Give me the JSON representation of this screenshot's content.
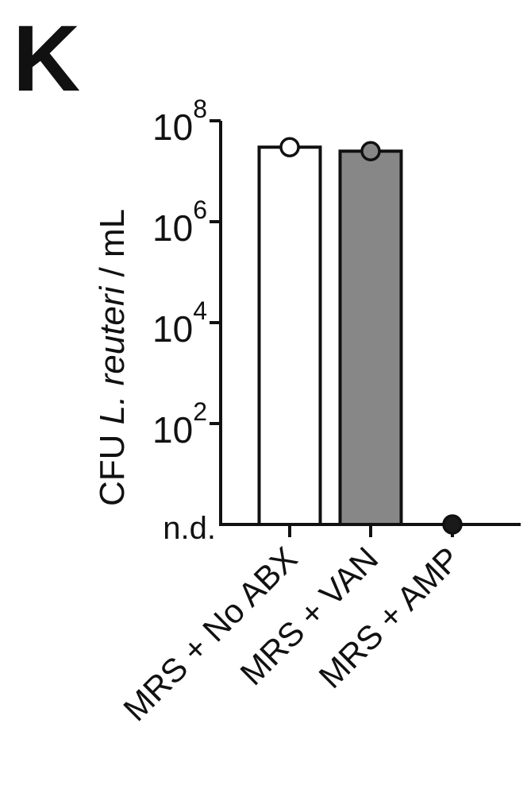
{
  "panel_label": "K",
  "chart_data": {
    "type": "bar",
    "scale": "log",
    "ylabel_parts": [
      "CFU ",
      "L. reuteri",
      " / mL"
    ],
    "categories": [
      "MRS + No ABX",
      "MRS + VAN",
      "MRS + AMP"
    ],
    "values": [
      30000000,
      25000000,
      null
    ],
    "points": [
      30000000,
      25000000,
      null
    ],
    "bar_colors": [
      "#ffffff",
      "#878787",
      "#1a1a1a"
    ],
    "point_colors": [
      "#ffffff",
      "#878787",
      "#1a1a1a"
    ],
    "yticks": [
      {
        "value": 100,
        "base": "10",
        "exp": "2"
      },
      {
        "value": 10000,
        "base": "10",
        "exp": "4"
      },
      {
        "value": 1000000,
        "base": "10",
        "exp": "6"
      },
      {
        "value": 100000000,
        "base": "10",
        "exp": "8"
      }
    ],
    "nd_label": "n.d.",
    "ylim": [
      1,
      100000000
    ],
    "grid": false,
    "legend": "none"
  }
}
